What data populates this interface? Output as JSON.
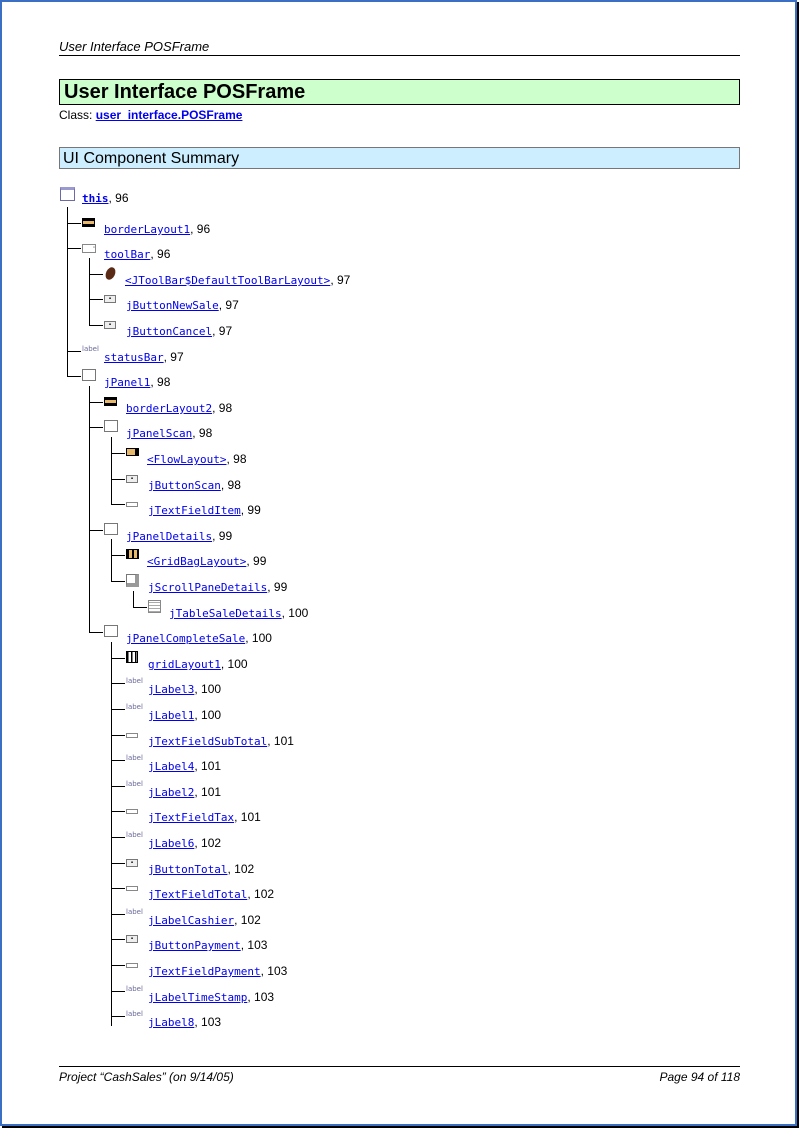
{
  "header": {
    "running_title": "User Interface POSFrame"
  },
  "title": "User Interface POSFrame",
  "class_label": "Class:",
  "class_link": "user_interface.POSFrame",
  "section_title": "UI Component Summary",
  "tree": [
    {
      "depth": 0,
      "name": "this",
      "page": "96",
      "icon": "window"
    },
    {
      "depth": 1,
      "name": "borderLayout1",
      "page": "96",
      "icon": "border-layout"
    },
    {
      "depth": 1,
      "name": "toolBar",
      "page": "96",
      "icon": "toolbar"
    },
    {
      "depth": 2,
      "name": "<JToolBar$DefaultToolBarLayout>",
      "page": "97",
      "icon": "bean"
    },
    {
      "depth": 2,
      "name": "jButtonNewSale",
      "page": "97",
      "icon": "button"
    },
    {
      "depth": 2,
      "name": "jButtonCancel",
      "page": "97",
      "icon": "button"
    },
    {
      "depth": 1,
      "name": "statusBar",
      "page": "97",
      "icon": "label"
    },
    {
      "depth": 1,
      "name": "jPanel1",
      "page": "98",
      "icon": "panel"
    },
    {
      "depth": 2,
      "name": "borderLayout2",
      "page": "98",
      "icon": "border-layout"
    },
    {
      "depth": 2,
      "name": "jPanelScan",
      "page": "98",
      "icon": "panel"
    },
    {
      "depth": 3,
      "name": "<FlowLayout>",
      "page": "98",
      "icon": "flow-layout"
    },
    {
      "depth": 3,
      "name": "jButtonScan",
      "page": "98",
      "icon": "button"
    },
    {
      "depth": 3,
      "name": "jTextFieldItem",
      "page": "99",
      "icon": "textfield"
    },
    {
      "depth": 2,
      "name": "jPanelDetails",
      "page": "99",
      "icon": "panel"
    },
    {
      "depth": 3,
      "name": "<GridBagLayout>",
      "page": "99",
      "icon": "gridbag-layout"
    },
    {
      "depth": 3,
      "name": "jScrollPaneDetails",
      "page": "99",
      "icon": "scrollpane"
    },
    {
      "depth": 4,
      "name": "jTableSaleDetails",
      "page": "100",
      "icon": "table"
    },
    {
      "depth": 2,
      "name": "jPanelCompleteSale",
      "page": "100",
      "icon": "panel"
    },
    {
      "depth": 3,
      "name": "gridLayout1",
      "page": "100",
      "icon": "grid-layout"
    },
    {
      "depth": 3,
      "name": "jLabel3",
      "page": "100",
      "icon": "label"
    },
    {
      "depth": 3,
      "name": "jLabel1",
      "page": "100",
      "icon": "label"
    },
    {
      "depth": 3,
      "name": "jTextFieldSubTotal",
      "page": "101",
      "icon": "textfield"
    },
    {
      "depth": 3,
      "name": "jLabel4",
      "page": "101",
      "icon": "label"
    },
    {
      "depth": 3,
      "name": "jLabel2",
      "page": "101",
      "icon": "label"
    },
    {
      "depth": 3,
      "name": "jTextFieldTax",
      "page": "101",
      "icon": "textfield"
    },
    {
      "depth": 3,
      "name": "jLabel6",
      "page": "102",
      "icon": "label"
    },
    {
      "depth": 3,
      "name": "jButtonTotal",
      "page": "102",
      "icon": "button"
    },
    {
      "depth": 3,
      "name": "jTextFieldTotal",
      "page": "102",
      "icon": "textfield"
    },
    {
      "depth": 3,
      "name": "jLabelCashier",
      "page": "102",
      "icon": "label"
    },
    {
      "depth": 3,
      "name": "jButtonPayment",
      "page": "103",
      "icon": "button"
    },
    {
      "depth": 3,
      "name": "jTextFieldPayment",
      "page": "103",
      "icon": "textfield"
    },
    {
      "depth": 3,
      "name": "jLabelTimeStamp",
      "page": "103",
      "icon": "label"
    },
    {
      "depth": 3,
      "name": "jLabel8",
      "page": "103",
      "icon": "label",
      "continues": true
    }
  ],
  "icon_label_text": "label",
  "footer": {
    "project": "Project “CashSales” (on 9/14/05)",
    "page": "Page 94 of 118"
  }
}
